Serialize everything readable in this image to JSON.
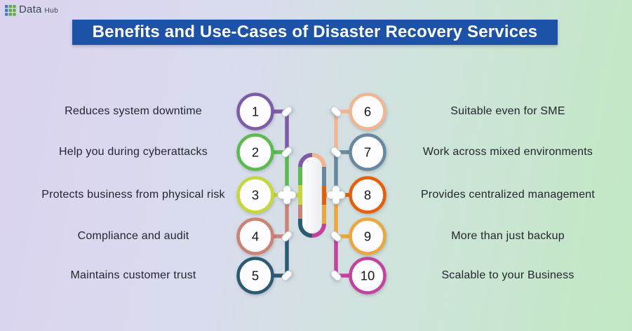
{
  "logo": {
    "name": "Data",
    "suffix": "Hub"
  },
  "title": "Benefits and Use-Cases of Disaster Recovery Services",
  "palette": {
    "banner_blue": "#1c52a8",
    "purple": "#7d5ba6",
    "green": "#5bbb4e",
    "lime": "#c6d838",
    "salmon": "#cd8374",
    "teal": "#2b5a74",
    "peach": "#f1b691",
    "slate": "#68889f",
    "orange_red": "#e65f06",
    "amber": "#eca63c",
    "magenta": "#c4419f",
    "logo_blue": "#4a79c4",
    "logo_green": "#5fae3f"
  },
  "left_items": [
    {
      "number": "1",
      "label": "Reduces system downtime",
      "color": "#7d5ba6"
    },
    {
      "number": "2",
      "label": "Help you during cyberattacks",
      "color": "#5bbb4e"
    },
    {
      "number": "3",
      "label": "Protects business from physical risk",
      "color": "#c6d838"
    },
    {
      "number": "4",
      "label": "Compliance and audit",
      "color": "#cd8374"
    },
    {
      "number": "5",
      "label": "Maintains customer trust",
      "color": "#2b5a74"
    }
  ],
  "right_items": [
    {
      "number": "6",
      "label": "Suitable even for SME",
      "color": "#f1b691"
    },
    {
      "number": "7",
      "label": "Work across mixed environments",
      "color": "#68889f"
    },
    {
      "number": "8",
      "label": "Provides centralized management",
      "color": "#e65f06"
    },
    {
      "number": "9",
      "label": "More than just backup",
      "color": "#eca63c"
    },
    {
      "number": "10",
      "label": "Scalable to your Business",
      "color": "#c4419f"
    }
  ]
}
